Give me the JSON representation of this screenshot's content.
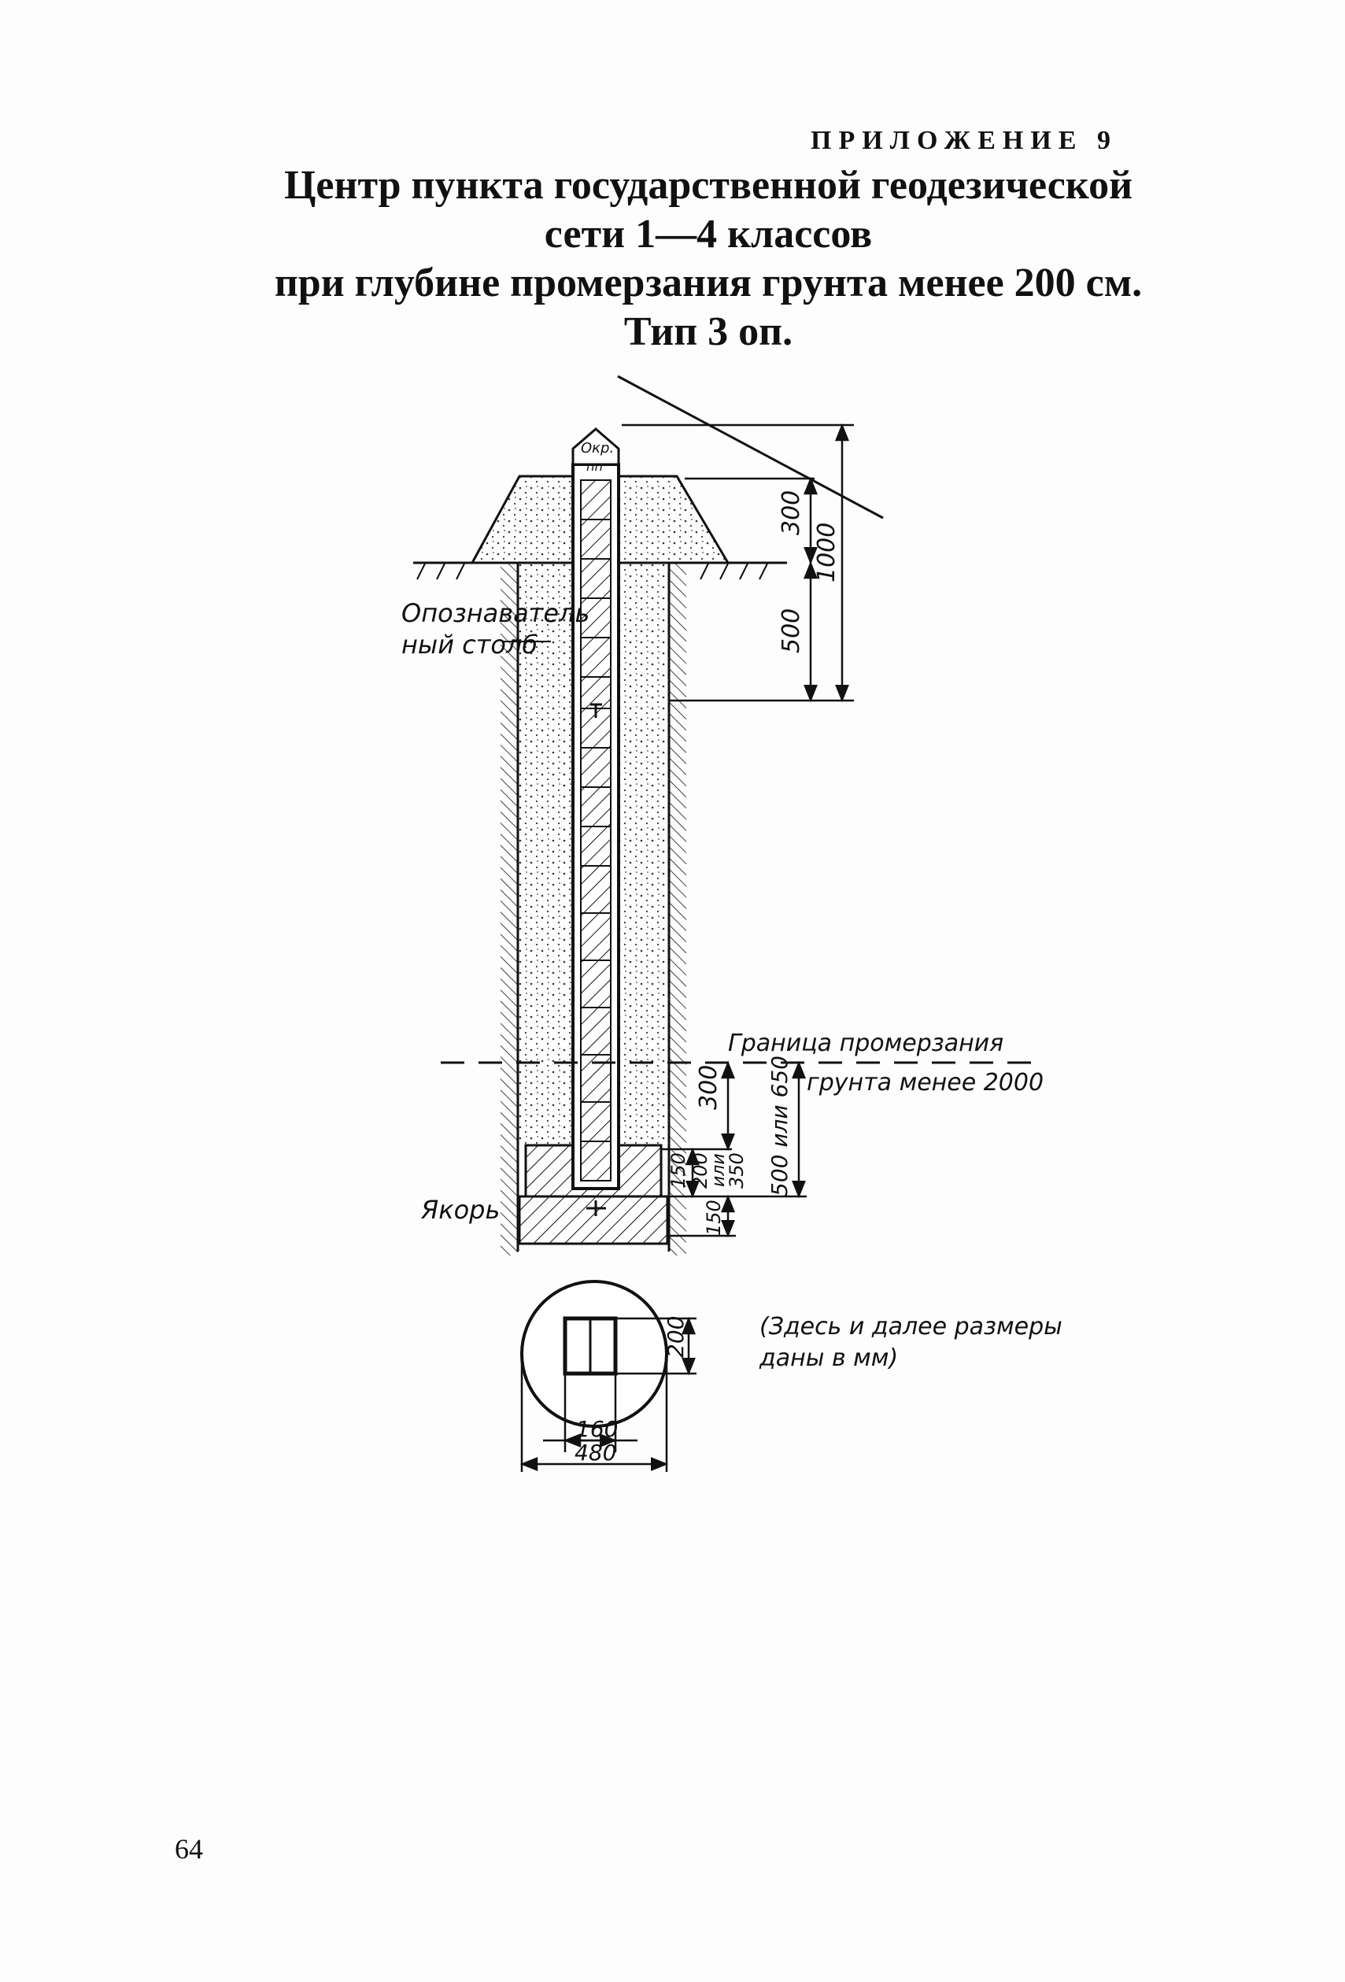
{
  "appendix_label": "ПРИЛОЖЕНИЕ 9",
  "title": {
    "line1": "Центр пункта государственной геодезической",
    "line2": "сети 1—4 классов",
    "line3": "при глубине промерзания грунта менее 200 см.",
    "line4": "Тип 3 оп."
  },
  "drawing": {
    "label_okr_line1": "Окр.",
    "label_okr_line2": "пп",
    "label_post_line1": "Опознаватель",
    "label_post_line2": "ный столб",
    "label_frost_line1": "Граница промерзания",
    "label_frost_line2": "грунта менее 2000",
    "label_anchor": "Якорь",
    "label_note_line1": "(Здесь и далее размеры",
    "label_note_line2": "даны в мм)",
    "dim_300_top": "300",
    "dim_1000": "1000",
    "dim_500_top": "500",
    "dim_300_bottom": "300",
    "dim_500_650": "500 или 650",
    "dim_150_a": "150",
    "dim_200_350_a": "200",
    "dim_200_350_b": "или",
    "dim_200_350_c": "350",
    "dim_150_b": "150",
    "dim_200_plan": "200",
    "dim_160": "160",
    "dim_480": "480"
  },
  "page_number": "64"
}
